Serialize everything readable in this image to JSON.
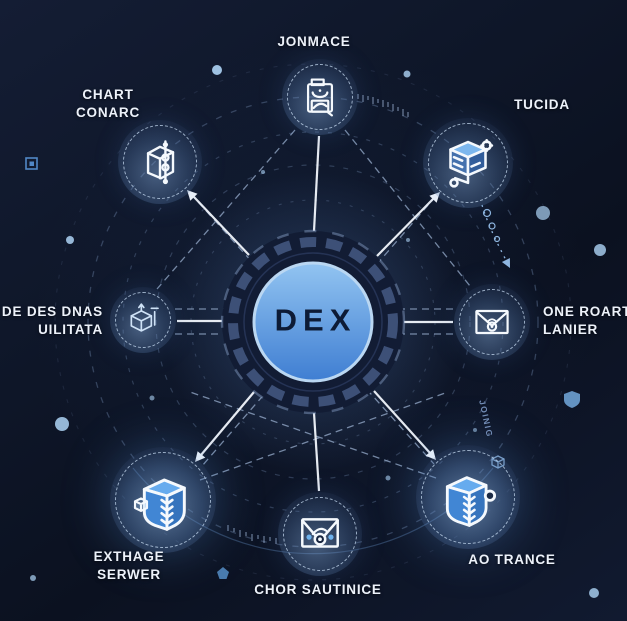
{
  "diagram": {
    "center": {
      "label": "DEX"
    },
    "nodes": [
      {
        "id": "jonmace",
        "label_line1": "JONMACE",
        "label_line2": "",
        "icon": "scanner-device-icon"
      },
      {
        "id": "chart-conarc",
        "label_line1": "CHART",
        "label_line2": "CONARC",
        "icon": "cube-network-icon"
      },
      {
        "id": "tucida",
        "label_line1": "TUCIDA",
        "label_line2": "",
        "icon": "server-stack-icon"
      },
      {
        "id": "de-des-dnas",
        "label_line1": "DE DES DNAS",
        "label_line2": "UILITATA",
        "icon": "wireframe-cube-icon"
      },
      {
        "id": "one-roart",
        "label_line1": "ONE ROART",
        "label_line2": "LANIER",
        "icon": "envelope-icon"
      },
      {
        "id": "exthage-serwer",
        "label_line1": "EXTHAGE",
        "label_line2": "SERWER",
        "icon": "shield-server-icon"
      },
      {
        "id": "chor-sautinice",
        "label_line1": "CHOR SAUTINICE",
        "label_line2": "",
        "icon": "envelope-gauge-icon"
      },
      {
        "id": "ao-trance",
        "label_line1": "AO TRANCE",
        "label_line2": "",
        "icon": "shield-chevron-icon"
      }
    ],
    "decor": {
      "orbit_text": "JOINIG"
    },
    "colors": {
      "background": "#0e1628",
      "center_fill_top": "#8fc2f0",
      "center_fill_bottom": "#3f7ed2",
      "center_ring": "#121c34",
      "center_text": "#0d1b36",
      "spoke_line": "#f2f6fc",
      "dashed_line": "#9db3d3",
      "label_text": "#edf2fa",
      "icon_stroke": "#f5f9fd",
      "accent_blue": "#63a9e8"
    }
  }
}
